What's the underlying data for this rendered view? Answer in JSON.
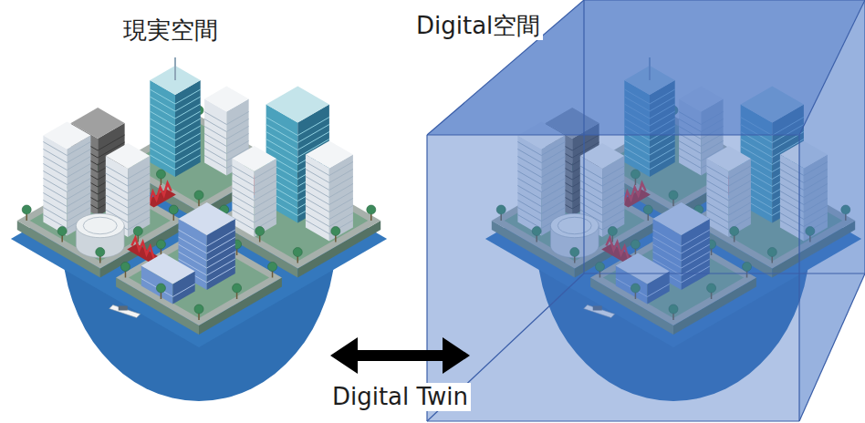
{
  "diagram": {
    "nodes": [
      {
        "text": [
          "現実空間"
        ]
      },
      {
        "text": [
          "Digital空間"
        ]
      }
    ],
    "edges": [
      {
        "from": 0,
        "to": 1,
        "arrow": "both",
        "label": "Digital Twin"
      }
    ]
  }
}
